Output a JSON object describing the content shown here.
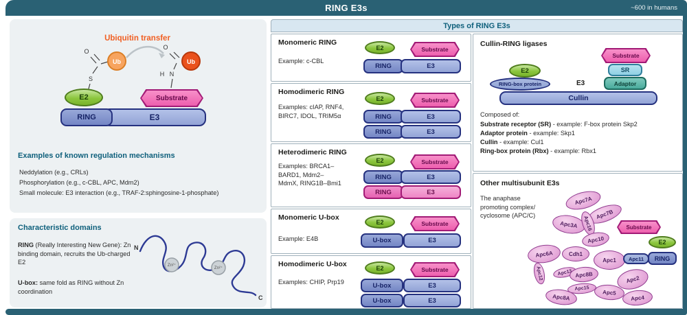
{
  "header": {
    "title": "RING E3s",
    "count": "~600 in humans"
  },
  "labels": {
    "e2": "E2",
    "e3": "E3",
    "ring": "RING",
    "ubox": "U-box",
    "substrate": "Substrate",
    "ub": "Ub"
  },
  "atoms": {
    "s": "S",
    "o": "O",
    "n": "N",
    "h": "H"
  },
  "transfer": {
    "title": "Ubiquitin transfer"
  },
  "regulation": {
    "title": "Examples of known regulation mechanisms",
    "items": [
      "Neddylation (e.g., CRLs)",
      "Phosphorylation (e.g., c-CBL, APC, Mdm2)",
      "Small molecule: E3 interaction (e.g., TRAF-2:sphingosine-1-phosphate)"
    ]
  },
  "domains": {
    "title": "Characteristic domains",
    "ring_bold": "RING",
    "ring_rest": " (Really Interesting New Gene): Zn binding domain, recruits the Ub-charged E2",
    "ubox_bold": "U-box:",
    "ubox_rest": " same fold as RING without Zn coordination",
    "zn": "Zn²⁺",
    "n": "N",
    "c": "C"
  },
  "types": {
    "header": "Types of RING E3s",
    "sections": [
      {
        "title": "Monomeric RING",
        "example": "Example: c-CBL"
      },
      {
        "title": "Homodimeric RING",
        "example": "Examples: cIAP, RNF4, BIRC7, IDOL, TRIM5α"
      },
      {
        "title": "Heterodimeric RING",
        "example": "Examples: BRCA1–BARD1, Mdm2–MdmX, RING1B–Bmi1"
      },
      {
        "title": "Monomeric U-box",
        "example": "Example: E4B"
      },
      {
        "title": "Homodimeric U-box",
        "example": "Examples: CHIP, Prp19"
      }
    ]
  },
  "cullin": {
    "title": "Cullin-RING ligases",
    "ring_box": "RING-box protein",
    "adaptor": "Adaptor",
    "sr": "SR",
    "cullin": "Cullin",
    "composed": "Composed of:",
    "components": [
      {
        "bold": "Substrate receptor (SR)",
        "rest": " - example: F-box protein Skp2"
      },
      {
        "bold": "Adaptor protein",
        "rest": " - example: Skp1"
      },
      {
        "bold": "Cullin",
        "rest": " - example: Cul1"
      },
      {
        "bold": "Ring-box protein (Rbx)",
        "rest": " - example: Rbx1"
      }
    ]
  },
  "apc": {
    "title": "Other multisubunit E3s",
    "description": "The anaphase promoting complex/ cyclosome (APC/C)",
    "apc11": "Apc11",
    "subunits": [
      "Apc7A",
      "Apc7B",
      "Apc3A",
      "Apc16",
      "Apc10",
      "Apc6A",
      "Apc1",
      "Cdh1",
      "Apc12",
      "Apc13",
      "Apc8B",
      "Apc2",
      "Apc8A",
      "Apc15",
      "Apc5",
      "Apc4"
    ]
  },
  "colors": {
    "frame_teal": "#2a6174",
    "types_header_bg": "#d8e7f1",
    "heading_teal": "#0f607c",
    "accent_orange": "#f15f22",
    "e2_green": "#8cc63e",
    "ring_blue": "#7d90cb",
    "substrate_pink": "#ee5fae",
    "ub_thioester_orange": "#f7a45f",
    "ub_transferred_red": "#ea521d",
    "apc_pink": "#e5a8d9"
  }
}
